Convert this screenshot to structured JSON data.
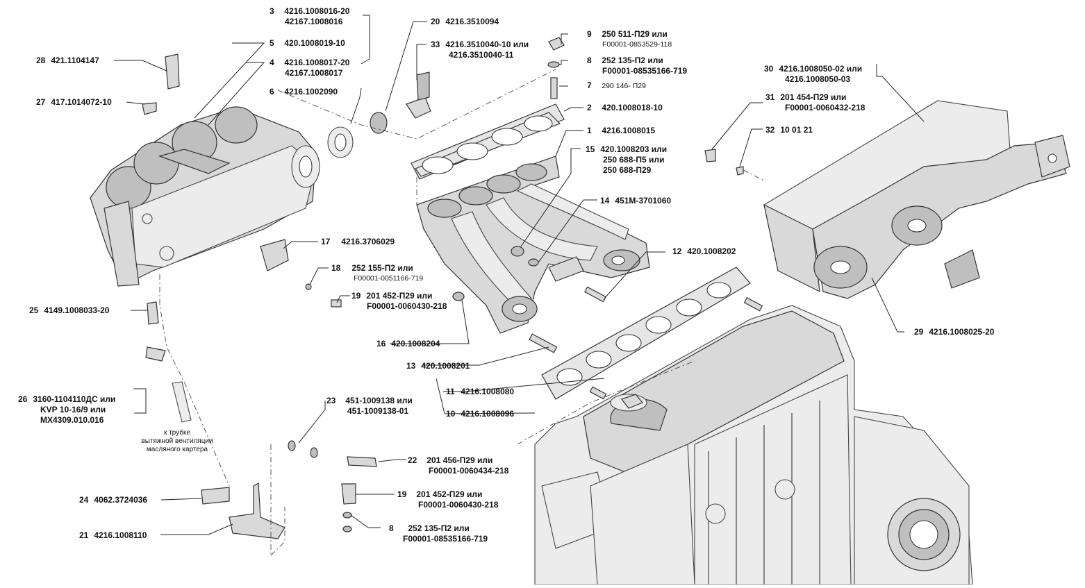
{
  "callouts": [
    {
      "id": "c3",
      "num": "3",
      "lines": [
        "4216.1008016-20",
        "42167.1008016"
      ]
    },
    {
      "id": "c5",
      "num": "5",
      "lines": [
        "420.1008019-10"
      ]
    },
    {
      "id": "c4",
      "num": "4",
      "lines": [
        "4216.1008017-20",
        "42167.1008017"
      ]
    },
    {
      "id": "c6",
      "num": "6",
      "lines": [
        "4216.1002090"
      ]
    },
    {
      "id": "c28",
      "num": "28",
      "lines": [
        "421.1104147"
      ]
    },
    {
      "id": "c27",
      "num": "27",
      "lines": [
        "417.1014072-10"
      ]
    },
    {
      "id": "c20",
      "num": "20",
      "lines": [
        "4216.3510094"
      ]
    },
    {
      "id": "c33",
      "num": "33",
      "lines": [
        "4216.3510040-10 или",
        "4216.3510040-11"
      ]
    },
    {
      "id": "c9",
      "num": "9",
      "lines": [
        "250 511-П29 или",
        "F00001-0853529-118"
      ]
    },
    {
      "id": "c8a",
      "num": "8",
      "lines": [
        "252 135-П2 или",
        "F00001-08535166-719"
      ]
    },
    {
      "id": "c7",
      "num": "7",
      "lines": [
        "290 146- П29"
      ]
    },
    {
      "id": "c2",
      "num": "2",
      "lines": [
        "420.1008018-10"
      ]
    },
    {
      "id": "c1",
      "num": "1",
      "lines": [
        "4216.1008015"
      ]
    },
    {
      "id": "c15",
      "num": "15",
      "lines": [
        "420.1008203 или",
        "250 688-П5 или",
        "250 688-П29"
      ]
    },
    {
      "id": "c14",
      "num": "14",
      "lines": [
        "451М-3701060"
      ]
    },
    {
      "id": "c30",
      "num": "30",
      "lines": [
        "4216.1008050-02 или",
        "4216.1008050-03"
      ]
    },
    {
      "id": "c31",
      "num": "31",
      "lines": [
        "201 454-П29 или",
        "F00001-0060432-218"
      ]
    },
    {
      "id": "c32",
      "num": "32",
      "lines": [
        "10 01 21"
      ]
    },
    {
      "id": "c17",
      "num": "17",
      "lines": [
        "4216.3706029"
      ]
    },
    {
      "id": "c18",
      "num": "18",
      "lines": [
        "252 155-П2 или",
        "F00001-0051166-719"
      ]
    },
    {
      "id": "c12",
      "num": "12",
      "lines": [
        "420.1008202"
      ]
    },
    {
      "id": "c19a",
      "num": "19",
      "lines": [
        "201 452-П29 или",
        "F00001-0060430-218"
      ]
    },
    {
      "id": "c25",
      "num": "25",
      "lines": [
        "4149.1008033-20"
      ]
    },
    {
      "id": "c16",
      "num": "16",
      "lines": [
        "420.1008204"
      ]
    },
    {
      "id": "c13",
      "num": "13",
      "lines": [
        "420.1008201"
      ]
    },
    {
      "id": "c29",
      "num": "29",
      "lines": [
        "4216.1008025-20"
      ]
    },
    {
      "id": "c26",
      "num": "26",
      "lines": [
        "3160-1104110ДС или",
        "KVP 10-16/9 или",
        "МХ4309.010.016"
      ]
    },
    {
      "id": "c11",
      "num": "11",
      "lines": [
        "4216.1008080"
      ]
    },
    {
      "id": "c10",
      "num": "10",
      "lines": [
        "4216.1008096"
      ]
    },
    {
      "id": "c23",
      "num": "23",
      "lines": [
        "451-1009138 или",
        "451-1009138-01"
      ]
    },
    {
      "id": "c22",
      "num": "22",
      "lines": [
        "201 456-П29 или",
        "F00001-0060434-218"
      ]
    },
    {
      "id": "c24",
      "num": "24",
      "lines": [
        "4062.3724036"
      ]
    },
    {
      "id": "c19b",
      "num": "19",
      "lines": [
        "201 452-П29 или",
        "F00001-0060430-218"
      ]
    },
    {
      "id": "c21",
      "num": "21",
      "lines": [
        "4216.1008110"
      ]
    },
    {
      "id": "c8b",
      "num": "8",
      "lines": [
        "252 135-П2 или",
        "F00001-08535166-719"
      ]
    }
  ],
  "note": [
    "к трубке",
    "вытяжной вентиляции",
    "масляного картера"
  ]
}
